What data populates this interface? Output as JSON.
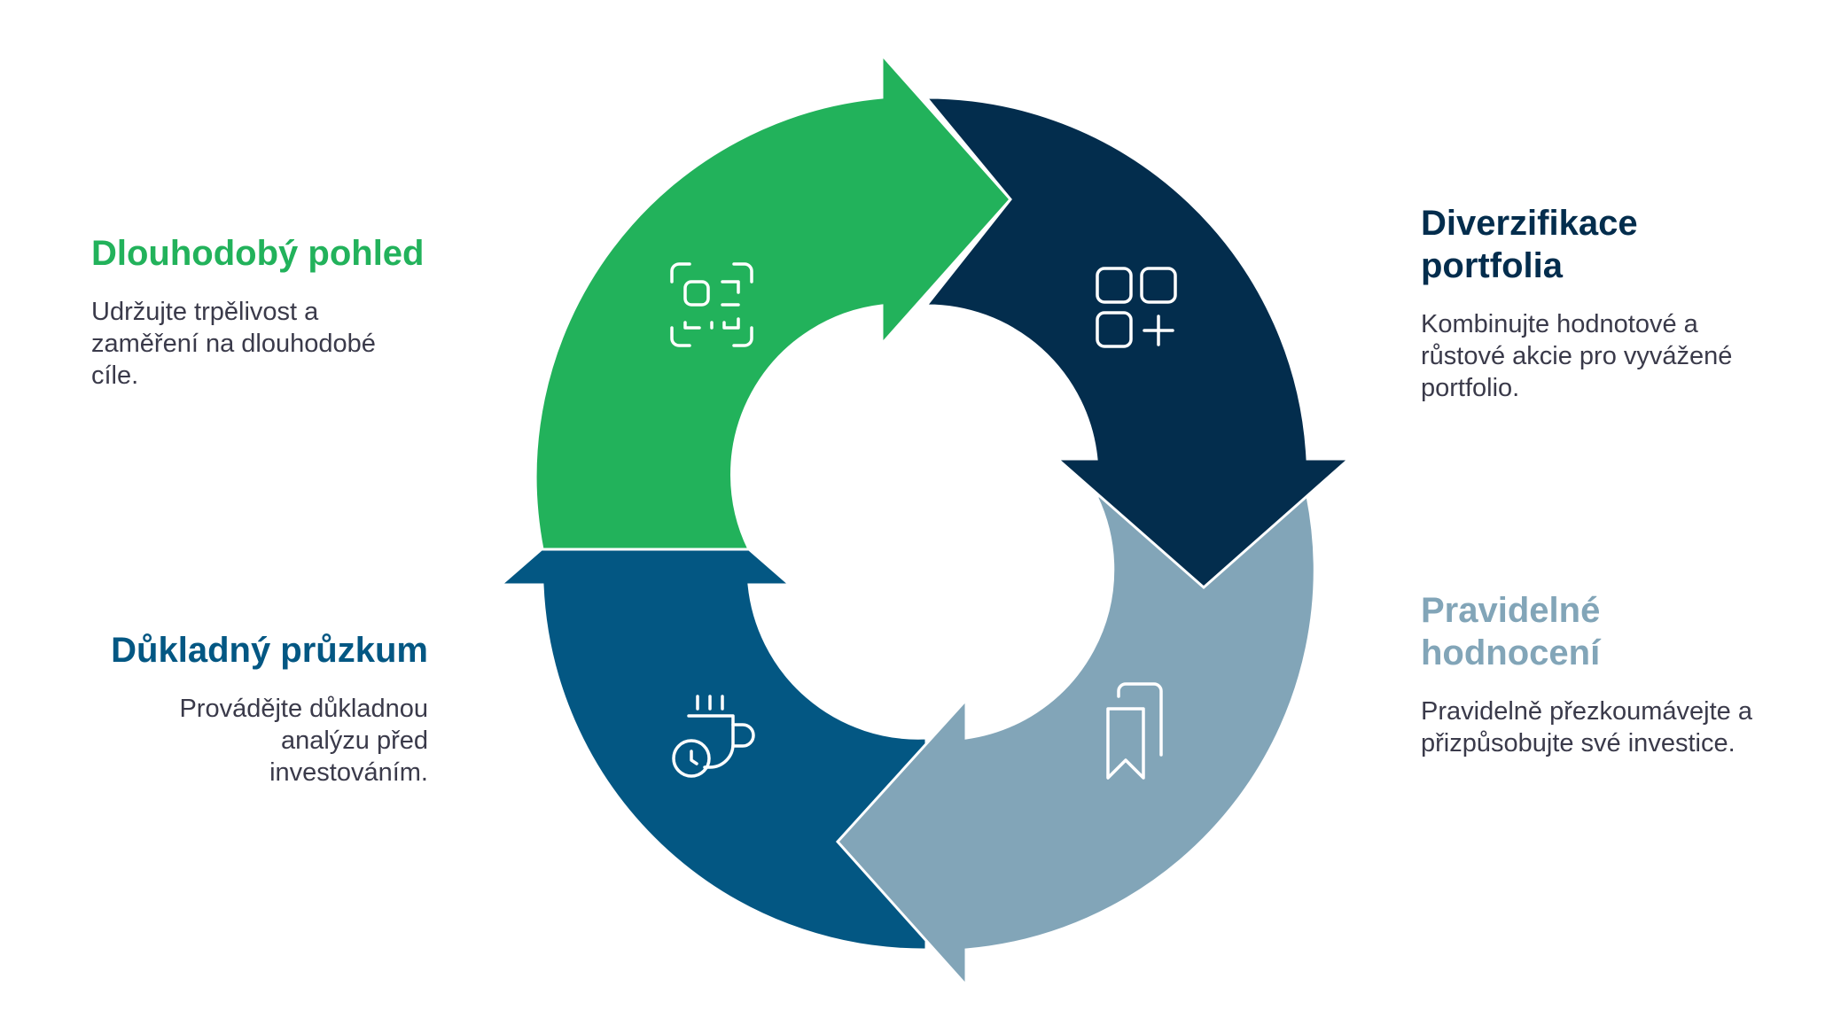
{
  "steps": [
    {
      "title": "Dlouhodobý pohled",
      "desc": "Udržujte trpělivost a zaměření na dlouhodobé cíle.",
      "color": "#22b25b",
      "icon": "focus-scan-icon"
    },
    {
      "title": "Diverzifikace portfolia",
      "desc": "Kombinujte hodnotové a růstové akcie pro vyvážené portfolio.",
      "color": "#032d4d",
      "icon": "apps-add-icon"
    },
    {
      "title": "Pravidelné hodnocení",
      "desc": "Pravidelně přezkoumávejte a přizpůsobujte své investice.",
      "color": "#82a5b8",
      "icon": "bookmarks-icon"
    },
    {
      "title": "Důkladný průzkum",
      "desc": "Provádějte důkladnou analýzu před investováním.",
      "color": "#035783",
      "icon": "coffee-timer-icon"
    }
  ]
}
